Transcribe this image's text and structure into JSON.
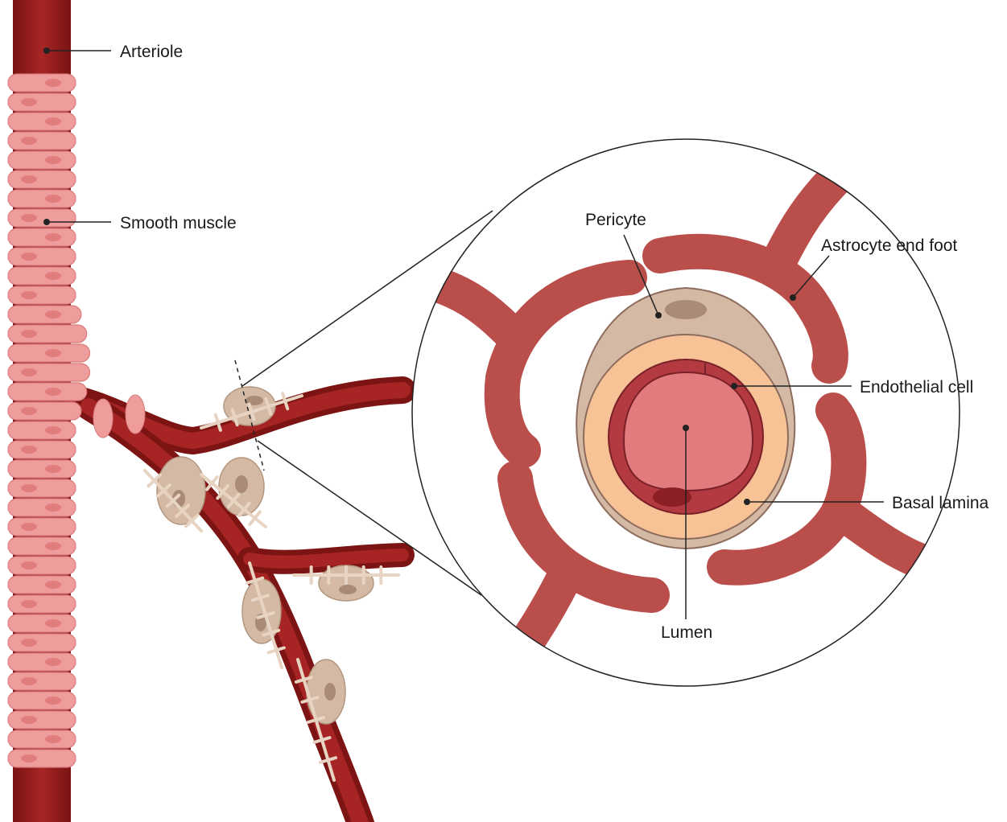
{
  "labels": {
    "arteriole": "Arteriole",
    "smooth_muscle": "Smooth muscle",
    "pericyte": "Pericyte",
    "astrocyte_end_foot": "Astrocyte end foot",
    "endothelial_cell": "Endothelial cell",
    "basal_lamina": "Basal lamina",
    "lumen": "Lumen"
  },
  "colors": {
    "vessel_dark": "#8b1a1a",
    "vessel_mid": "#a82525",
    "smooth_muscle": "#ef9c9c",
    "smooth_muscle_nucleus": "#e27d7d",
    "pericyte": "#d4b9a4",
    "pericyte_nucleus": "#a98b78",
    "astrocyte": "#b94e4b",
    "basal_lamina": "#f7c396",
    "endothelium": "#b23a40",
    "lumen": "#e27b7e"
  }
}
